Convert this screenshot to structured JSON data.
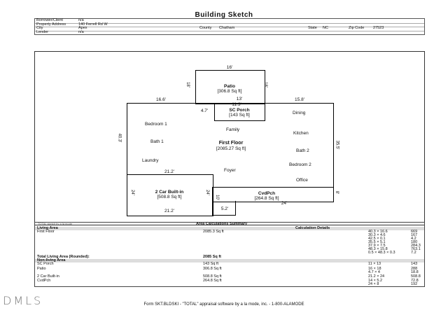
{
  "title": "Building Sketch",
  "header": {
    "borrower_label": "Borrower/Client",
    "borrower_value": "n/a",
    "address_label": "Property Address",
    "address_value": "140 Ferrell Rd W",
    "city_label": "City",
    "city_value": "Apex",
    "county_label": "County",
    "county_value": "Chatham",
    "state_label": "State",
    "state_value": "NC",
    "zip_label": "Zip Code",
    "zip_value": "27523",
    "lender_label": "Lender",
    "lender_value": "n/a"
  },
  "sketch": {
    "patio_title": "Patio",
    "patio_area": "[306.8 Sq ft]",
    "patio_top": "16'",
    "patio_left": "18'",
    "patio_right": "18'",
    "porch_title": "SC Porch",
    "porch_area": "[143 Sq ft]",
    "porch_top": "13'",
    "porch_inner": "11.3'",
    "porch_left": "4.7'",
    "first_floor_title": "First Floor",
    "first_floor_area": "[2085.27 Sq ft]",
    "dim_left_top": "16.6'",
    "dim_right_top": "15.8'",
    "dim_left_side": "40.3'",
    "dim_right_side": "35.5'",
    "rooms": [
      "Bedroom 1",
      "Family",
      "Dining",
      "Kitchen",
      "Bath 1",
      "Bath 2",
      "Laundry",
      "Bedroom 2",
      "Foyer",
      "Office"
    ],
    "garage_title": "2 Car Built-in",
    "garage_area": "[508.8 Sq ft]",
    "garage_top": "21.2'",
    "garage_bottom": "21.2'",
    "garage_left": "24'",
    "garage_right": "24'",
    "cvd_title": "CvdPch",
    "cvd_area": "[264.8 Sq ft]",
    "cvd_bottom": "24'",
    "cvd_left_dim": "5.2'",
    "cvd_right": "8'",
    "cvd_mid": "10'"
  },
  "area": {
    "sketch_note": "TOTAL sketch by a la mode",
    "section_title": "Area Calculations Summary",
    "living_label": "Living Area",
    "calc_label": "Calculation Details",
    "first_floor": "First Floor",
    "first_floor_sqft": "2085.3 Sq ft",
    "calcs": [
      {
        "expr": "40.3 × 16.6",
        "val": "669"
      },
      {
        "expr": "30.3 × 4.6",
        "val": "167"
      },
      {
        "expr": "42.5 × 0.1",
        "val": "4.2"
      },
      {
        "expr": "35.5 × 5.1",
        "val": "180"
      },
      {
        "expr": "37.9 × 7.5",
        "val": "284.3"
      },
      {
        "expr": "48.3 × 15.8",
        "val": "763.1"
      },
      {
        "expr": "0.5 × 48.3 × 0.3",
        "val": "7.2"
      }
    ],
    "total_label": "Total Living Area (Rounded):",
    "total_value": "2085 Sq ft",
    "non_living_label": "Non-living Area",
    "non_living": [
      {
        "name": "SC Porch",
        "sqft": "143 Sq ft",
        "c1": "11 × 13",
        "v1": "143",
        "c2": "",
        "v2": ""
      },
      {
        "name": "Patio",
        "sqft": "306.8 Sq ft",
        "c1": "16 × 18",
        "v1": "288",
        "c2": "4.7 × 4",
        "v2": "18.8"
      },
      {
        "name": "2 Car Built-in",
        "sqft": "508.8 Sq ft",
        "c1": "21.2 × 24",
        "v1": "508.8",
        "c2": "",
        "v2": ""
      },
      {
        "name": "CvdPch",
        "sqft": "264.8 Sq ft",
        "c1": "14 × 5.2",
        "v1": "72.8",
        "c2": "24 × 8",
        "v2": "192"
      }
    ]
  },
  "footer": "Form SKT.BLDSKI - \"TOTAL\" appraisal software by a la mode, inc. - 1-800-ALAMODE",
  "watermark": "DMLS"
}
